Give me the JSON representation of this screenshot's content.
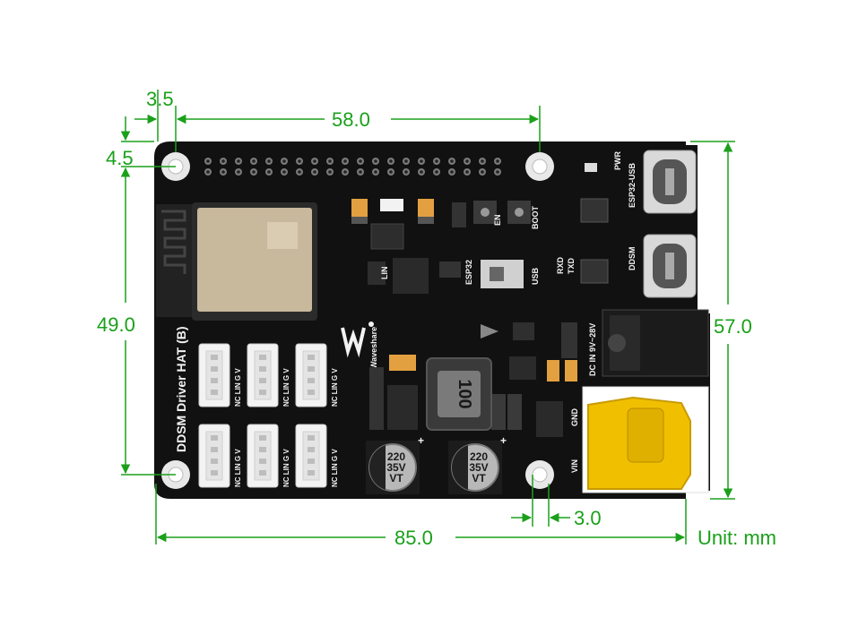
{
  "colors": {
    "dimension": "#1aa01a",
    "board": "#111111",
    "silkscreen": "#f2f2f2",
    "connector": "#f0c000",
    "module": "#c8b89c"
  },
  "dimensions": {
    "top_offset": "3.5",
    "top_span": "58.0",
    "left_offset": "4.5",
    "left_span": "49.0",
    "right_height": "57.0",
    "bottom_offset": "3.0",
    "bottom_width": "85.0",
    "unit": "Unit: mm"
  },
  "board": {
    "title": "DDSM Driver HAT (B)",
    "brand": "Waveshare",
    "connector_pins": [
      "NC",
      "LIN",
      "G",
      "V"
    ],
    "labels": {
      "pwr": "PWR",
      "esp32_usb": "ESP32-USB",
      "ddsm": "DDSM",
      "en": "EN",
      "boot": "BOOT",
      "rxd": "RXD",
      "txd": "TXD",
      "usb": "USB",
      "esp32": "ESP32",
      "lin": "LIN",
      "dc_in": "DC IN 9V~28V",
      "gnd": "GND",
      "vin": "VIN",
      "inductor": "100",
      "plus": "+"
    },
    "capacitors": [
      {
        "lines": [
          "220",
          "35V",
          "VT"
        ]
      },
      {
        "lines": [
          "220",
          "35V",
          "VT"
        ]
      }
    ]
  },
  "icons": {
    "mount_hole": "mount-hole-icon",
    "usb_c": "usb-c-port-icon",
    "logo": "waveshare-logo-icon"
  }
}
